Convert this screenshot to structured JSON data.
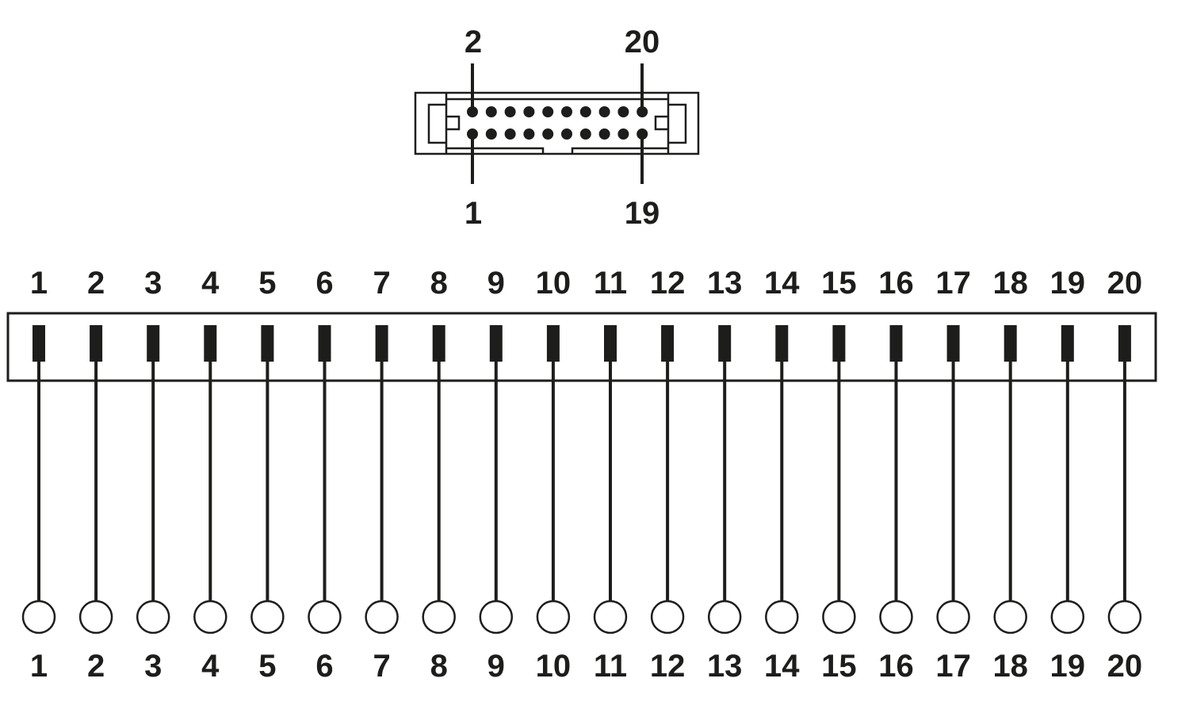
{
  "connector": {
    "top_left_label": "2",
    "top_right_label": "20",
    "bottom_left_label": "1",
    "bottom_right_label": "19",
    "pins_per_row": 10
  },
  "terminal_strip": {
    "top_labels": [
      "1",
      "2",
      "3",
      "4",
      "5",
      "6",
      "7",
      "8",
      "9",
      "10",
      "11",
      "12",
      "13",
      "14",
      "15",
      "16",
      "17",
      "18",
      "19",
      "20"
    ],
    "bottom_labels": [
      "1",
      "2",
      "3",
      "4",
      "5",
      "6",
      "7",
      "8",
      "9",
      "10",
      "11",
      "12",
      "13",
      "14",
      "15",
      "16",
      "17",
      "18",
      "19",
      "20"
    ]
  },
  "colors": {
    "ink": "#1d1d1b",
    "background": "#ffffff"
  }
}
